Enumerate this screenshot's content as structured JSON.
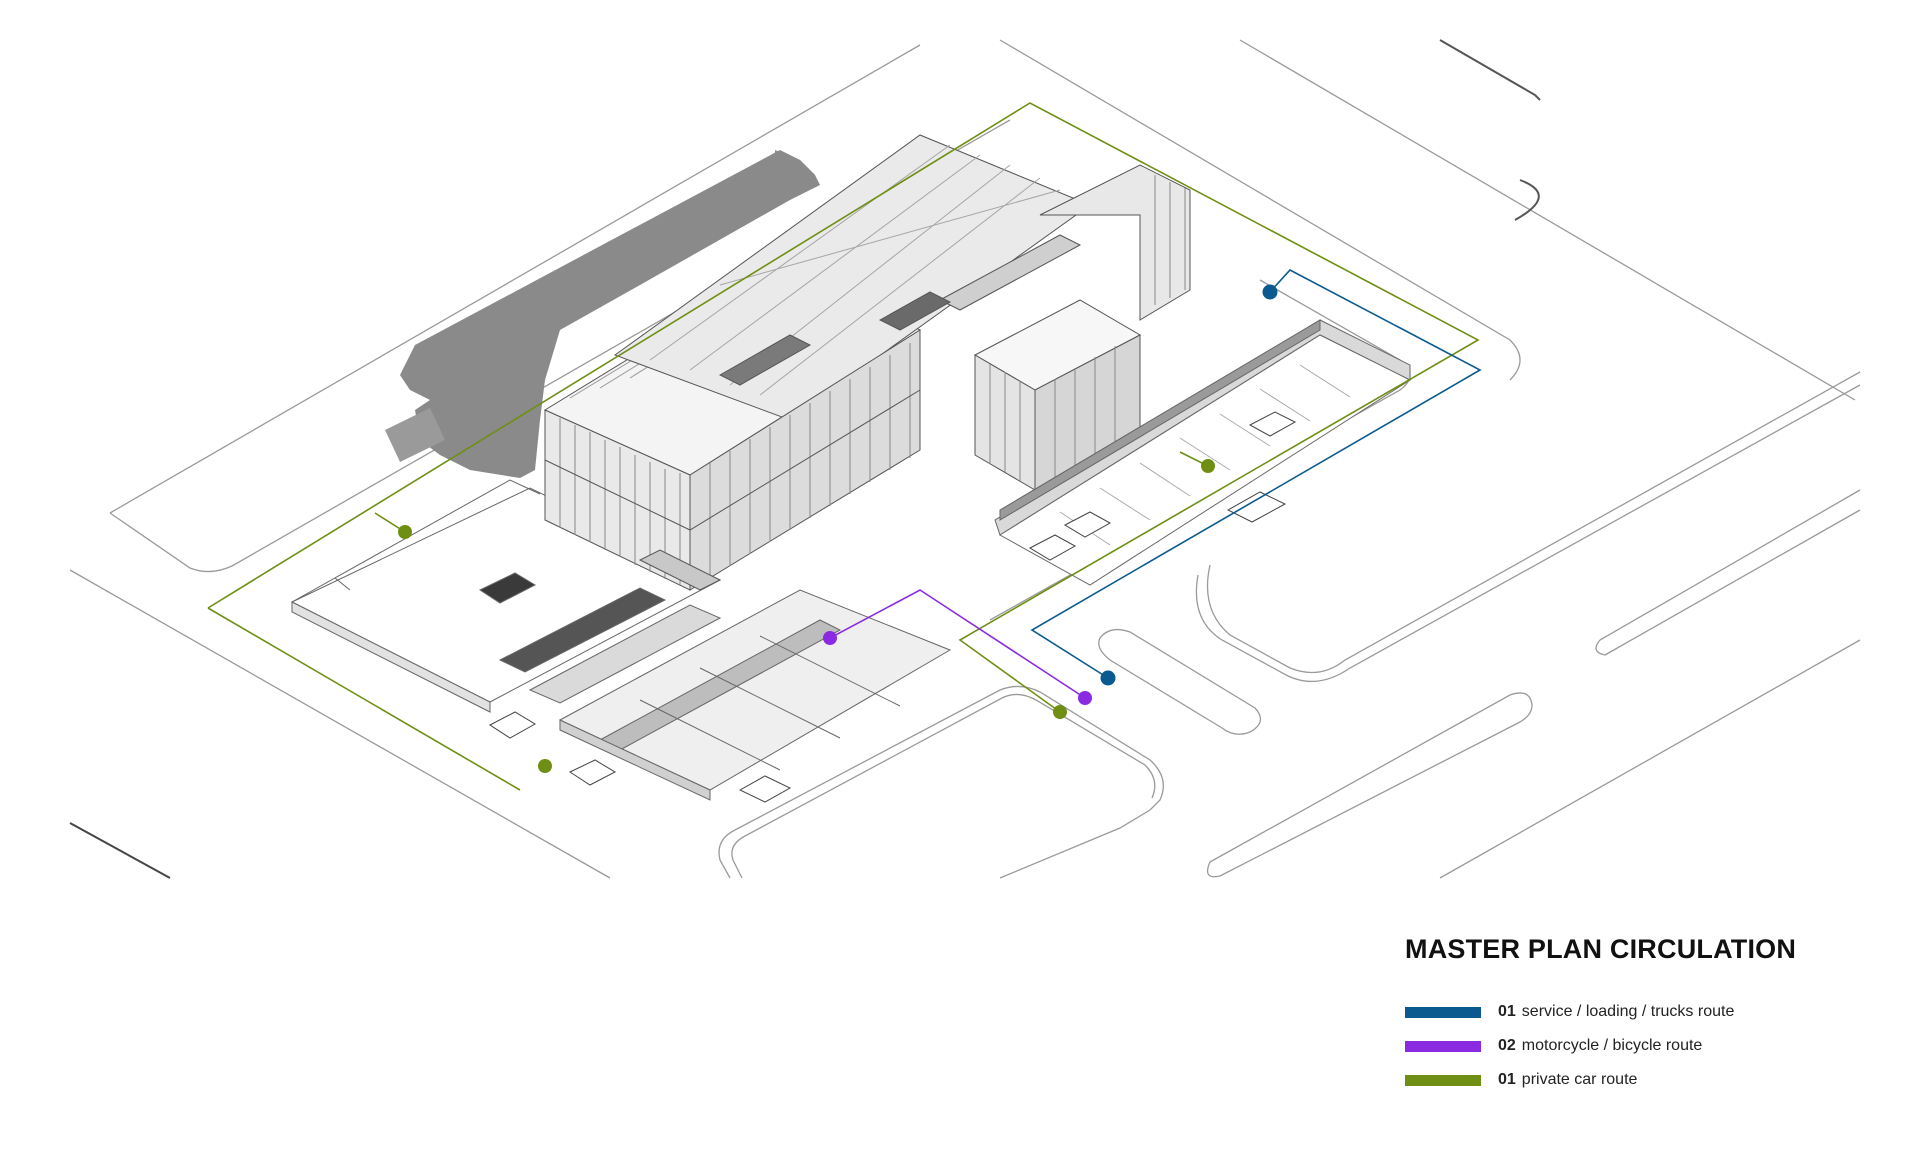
{
  "legend": {
    "title": "MASTER PLAN CIRCULATION",
    "items": [
      {
        "number": "01",
        "label": "service / loading / trucks  route",
        "color": "#0b5a8f"
      },
      {
        "number": "02",
        "label": "motorcycle / bicycle route",
        "color": "#8a2be2"
      },
      {
        "number": "01",
        "label": "private car route",
        "color": "#6e8f13"
      }
    ]
  },
  "colors": {
    "service_route": "#0b5a8f",
    "bicycle_route": "#8a2be2",
    "car_route": "#6e8f13",
    "shadow": "#8a8a8a",
    "line": "#7a7a7a"
  }
}
